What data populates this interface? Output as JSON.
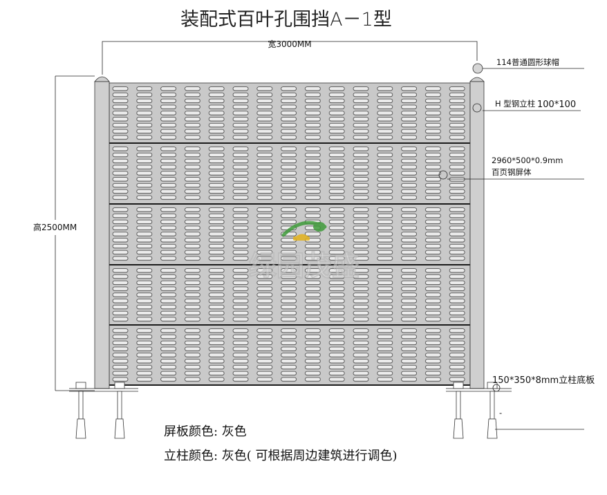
{
  "title": "装配式百叶孔围挡A－1型",
  "dimensions": {
    "width_label": "宽3000MM",
    "height_label": "高2500MM"
  },
  "callouts": {
    "post_cap": "114普通圆形球帽",
    "post_type": "H 型钢立柱",
    "post_size": "100*100",
    "panel_size": "2960*500*0.9mm",
    "panel_name": "百页钢屏体",
    "base_plate": "150*350*8mm立柱底板",
    "anchor": "-"
  },
  "notes": {
    "panel_color": "屏板颜色: 灰色",
    "post_color": "立柱颜色: 灰色( 可根据周边建筑进行调色)"
  },
  "watermark": "绿园茂盛",
  "panel_count": 5,
  "colors": {
    "panel": "#c9c9c9",
    "post": "#cfcfcf",
    "slot": "#ececec",
    "logo_green": "#3f9b3a",
    "logo_yellow": "#e3b21b"
  }
}
